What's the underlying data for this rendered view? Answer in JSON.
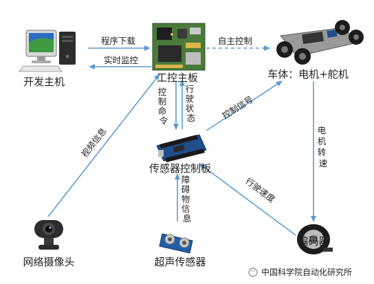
{
  "nodes": {
    "dev_host": "开发主机",
    "ipc_board": "工控主板",
    "car_body": "车体：电机+舵机",
    "sensor_board": "传感器控制板",
    "camera": "网络摄像头",
    "ultrasonic": "超声传感器",
    "encoder": "编码器"
  },
  "edges": {
    "program_download": "程序下载",
    "realtime_monitor": "实时监控",
    "autonomous_control": "自主控制",
    "control_command": [
      "控",
      "制",
      "命",
      "令"
    ],
    "driving_state": [
      "行",
      "驶",
      "状",
      "态"
    ],
    "control_signal": "控制信号",
    "motor_speed": [
      "电",
      "机",
      "转",
      "速"
    ],
    "video_info": "视频信息",
    "obstacle_info": [
      "障",
      "碍",
      "物",
      "信",
      "息"
    ],
    "driving_speed": "行驶速度"
  },
  "watermark": "中国科学院自动化研究所",
  "colors": {
    "arrow": "#5b9bd5",
    "text": "#222222",
    "pcb_green": "#4a7a3a",
    "board_blue": "#1f4e8c"
  }
}
